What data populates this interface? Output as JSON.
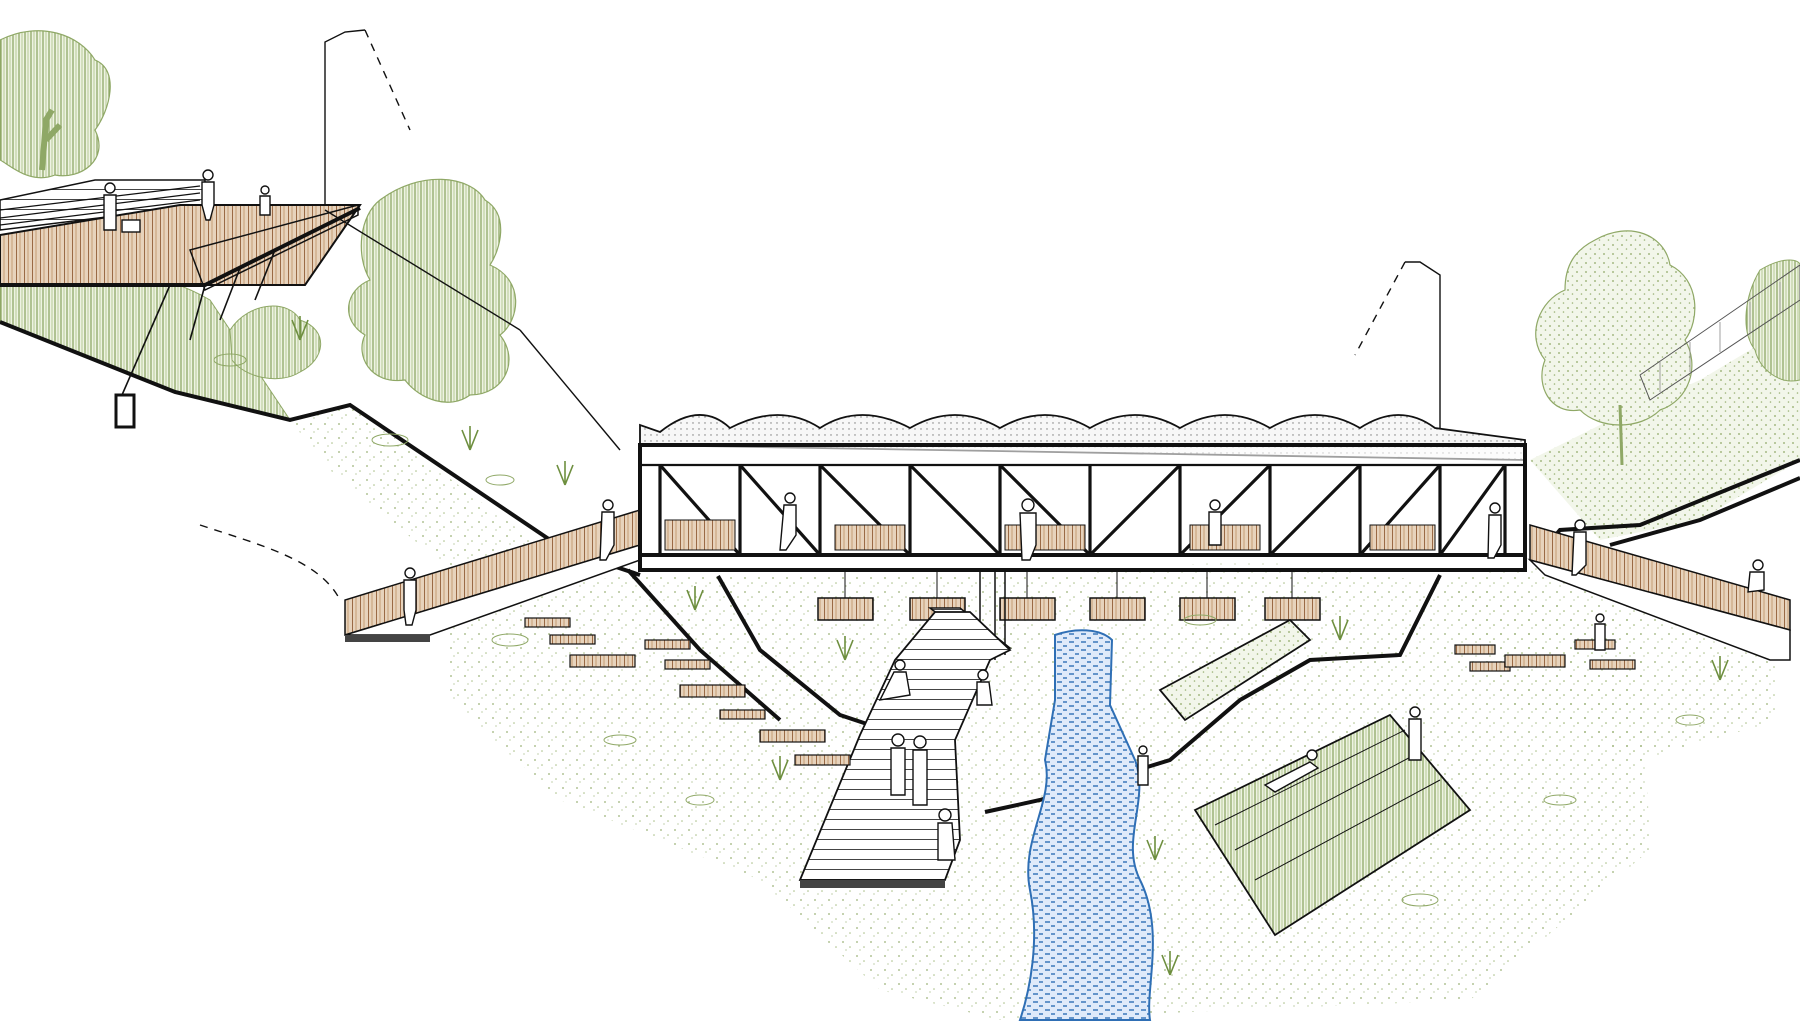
{
  "drawing": {
    "subject": "",
    "palette": {
      "ink": "#111111",
      "vegetation": "#8fa866",
      "vegetation_light": "#c6d6a6",
      "vegetation_fill": "#eef3e2",
      "timber": "#9a6a45",
      "timber_light": "#c69c74",
      "water": "#2f6fb5",
      "water_light": "#a9c8ec",
      "paper": "#ffffff"
    },
    "elements": [
      "bridge-truss",
      "roof-canopy",
      "stream",
      "boardwalk",
      "stepped-bank",
      "picnic-benches",
      "upper-terrace",
      "street-lamps",
      "trees",
      "people-silhouettes",
      "ground-texture",
      "grass-tufts"
    ]
  }
}
